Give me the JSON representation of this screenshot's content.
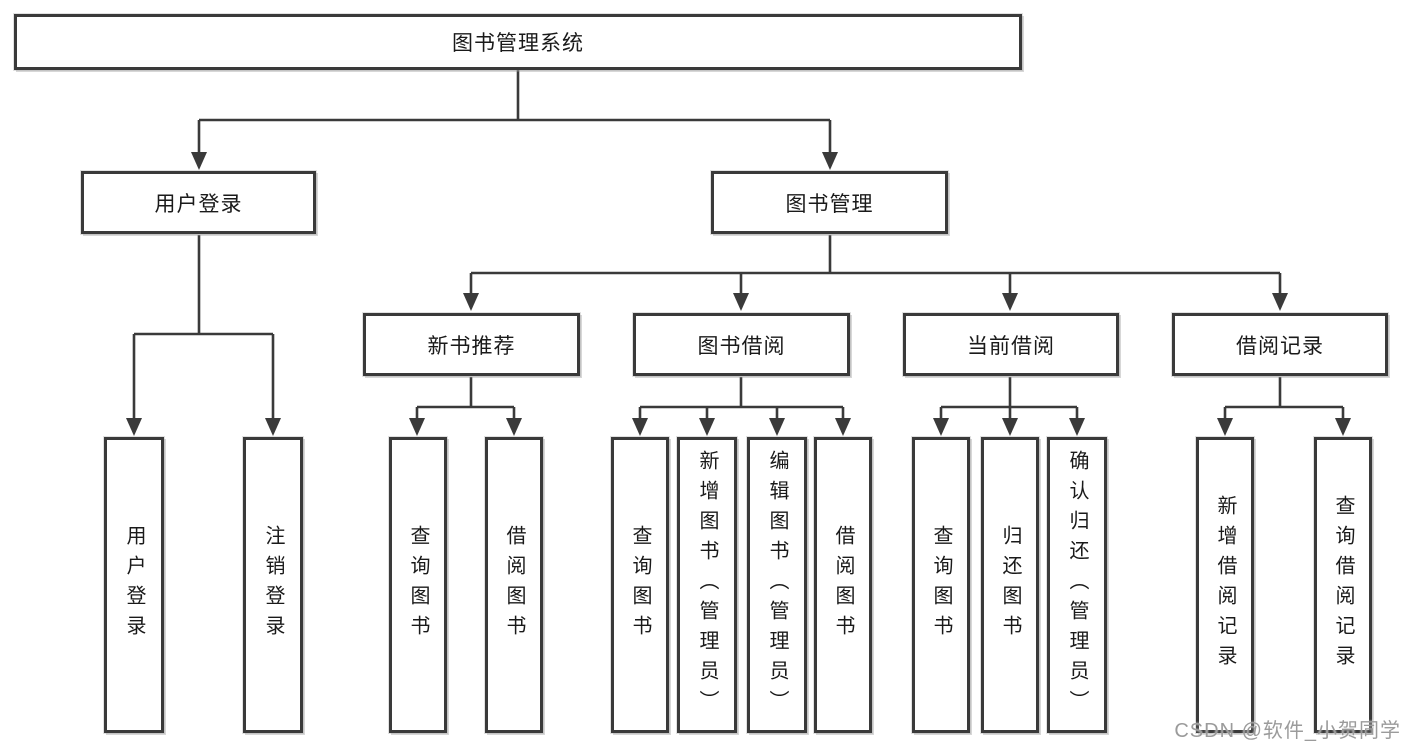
{
  "diagram": {
    "type": "hierarchy-tree",
    "title": "图书管理系统"
  },
  "nodes": {
    "root": "图书管理系统",
    "user_login": "用户登录",
    "book_mgmt": "图书管理",
    "new_book_rec": "新书推荐",
    "book_borrow": "图书借阅",
    "current_borrow": "当前借阅",
    "borrow_records": "借阅记录",
    "login_user": "用户登录",
    "login_logout": "注销登录",
    "rec_query": "查询图书",
    "rec_borrow": "借阅图书",
    "bb_query": "查询图书",
    "bb_add": "新增图书（管理员）",
    "bb_edit": "编辑图书（管理员）",
    "bb_borrow": "借阅图书",
    "cb_query": "查询图书",
    "cb_return": "归还图书",
    "cb_confirm": "确认归还（管理员）",
    "br_add": "新增借阅记录",
    "br_query": "查询借阅记录"
  },
  "hierarchy": {
    "图书管理系统": {
      "用户登录": [
        "用户登录",
        "注销登录"
      ],
      "图书管理": {
        "新书推荐": [
          "查询图书",
          "借阅图书"
        ],
        "图书借阅": [
          "查询图书",
          "新增图书（管理员）",
          "编辑图书（管理员）",
          "借阅图书"
        ],
        "当前借阅": [
          "查询图书",
          "归还图书",
          "确认归还（管理员）"
        ],
        "借阅记录": [
          "新增借阅记录",
          "查询借阅记录"
        ]
      }
    }
  },
  "watermark": {
    "text": "CSDN @软件_小贺同学",
    "color": "#9b9b9b"
  },
  "colors": {
    "line": "#3a3a3a",
    "box_border": "#3a3a3a",
    "text": "#1a1a1a",
    "background": "#ffffff"
  }
}
